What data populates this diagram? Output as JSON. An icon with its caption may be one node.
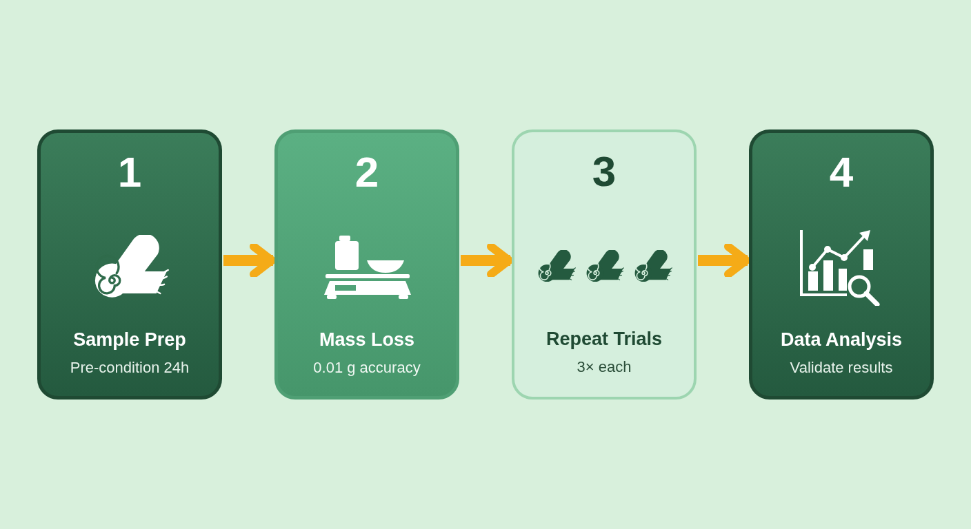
{
  "diagram": {
    "nodes": [
      {
        "text": [
          "1",
          "Sample Prep",
          "Pre-condition 24h"
        ]
      },
      {
        "text": [
          "2",
          "Mass Loss",
          "0.01 g accuracy"
        ]
      },
      {
        "text": [
          "3",
          "Repeat Trials",
          "3× each"
        ]
      },
      {
        "text": [
          "4",
          "Data Analysis",
          "Validate results"
        ]
      }
    ],
    "edges": [
      {
        "from": 0,
        "to": 1,
        "arrow": "to"
      },
      {
        "from": 1,
        "to": 2,
        "arrow": "to"
      },
      {
        "from": 2,
        "to": 3,
        "arrow": "to"
      }
    ]
  }
}
